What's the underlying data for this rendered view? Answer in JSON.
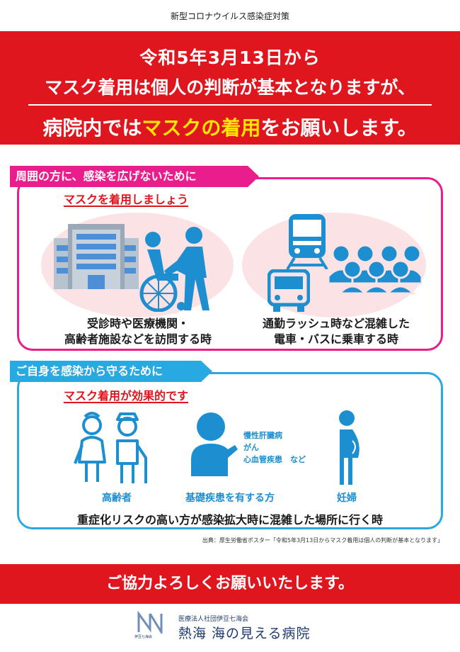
{
  "header": {
    "caption": "新型コロナウイルス感染症対策"
  },
  "banner": {
    "line1": "令和5年3月13日から",
    "line2": "マスク着用は個人の判断が基本となりますが、",
    "line3_pre": "病院内では",
    "line3_highlight": "マスクの着用",
    "line3_post": "をお願いします。"
  },
  "section_others": {
    "tag": "周囲の方に、感染を広げないために",
    "subhead": "マスクを着用しましょう",
    "scene1_caption_1": "受診時や医療機関・",
    "scene1_caption_2": "高齢者施設などを訪問する時",
    "scene2_caption_1": "通勤ラッシュ時など混雑した",
    "scene2_caption_2": "電車・バスに乗車する時"
  },
  "section_self": {
    "tag": "ご自身を感染から守るために",
    "subhead": "マスク着用が効果的です",
    "group1": "高齢者",
    "group2": "基礎疾患を有する方",
    "group3": "妊婦",
    "disease_1": "慢性肝臓病",
    "disease_2": "がん",
    "disease_3": "心血管疾患　など",
    "footer": "重症化リスクの高い方が感染拡大時に混雑した場所に行く時"
  },
  "source": "出典：厚生労働省ポスター「令和5年3月13日からマスク着用は個人の判断が基本となります」",
  "closing": "ご協力よろしくお願いいたします。",
  "hospital": {
    "org": "医療法人社団伊豆七海会",
    "name": "熱海 海の見える病院",
    "logo_text": "伊豆七海会"
  },
  "colors": {
    "red": "#e0161e",
    "yellow": "#ffe600",
    "pink": "#e91e8c",
    "blue": "#29a9e1",
    "icon_blue": "#1d8fd0",
    "oval_pink": "#fbe2e4"
  }
}
